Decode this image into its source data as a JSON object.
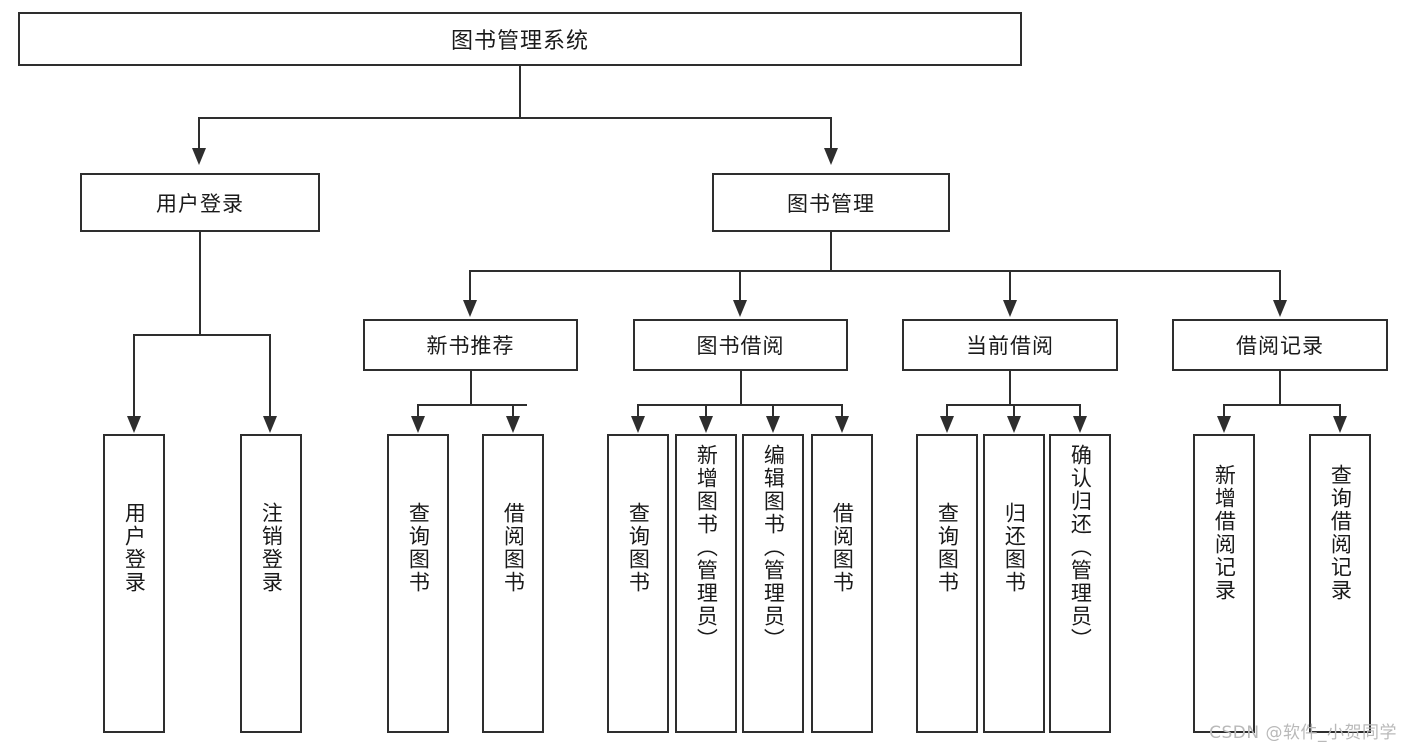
{
  "diagram": {
    "title": "图书管理系统",
    "watermark": "CSDN @软件_小贺同学",
    "colors": {
      "stroke": "#2e2e2e",
      "background": "#ffffff",
      "text": "#1a1a1a",
      "watermark": "#b9b9b9"
    },
    "root": {
      "label": "图书管理系统"
    },
    "level2": [
      {
        "label": "用户登录"
      },
      {
        "label": "图书管理"
      }
    ],
    "level3": [
      {
        "label": "新书推荐"
      },
      {
        "label": "图书借阅"
      },
      {
        "label": "当前借阅"
      },
      {
        "label": "借阅记录"
      }
    ],
    "leaves": {
      "user_login": [
        {
          "label": "用户登录"
        },
        {
          "label": "注销登录"
        }
      ],
      "new_book_recommend": [
        {
          "label": "查询图书"
        },
        {
          "label": "借阅图书"
        }
      ],
      "book_borrow": [
        {
          "label": "查询图书"
        },
        {
          "label": "新增图书（管理员）"
        },
        {
          "label": "编辑图书（管理员）"
        },
        {
          "label": "借阅图书"
        }
      ],
      "current_borrow": [
        {
          "label": "查询图书"
        },
        {
          "label": "归还图书"
        },
        {
          "label": "确认归还（管理员）"
        }
      ],
      "borrow_record": [
        {
          "label": "新增借阅记录"
        },
        {
          "label": "查询借阅记录"
        }
      ]
    }
  }
}
